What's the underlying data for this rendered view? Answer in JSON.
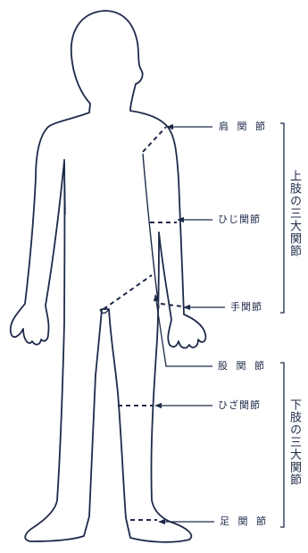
{
  "colors": {
    "line": "#1e2a4a",
    "background": "#ffffff"
  },
  "labels": {
    "shoulder": "肩 関 節",
    "elbow": "ひじ関節",
    "wrist": "手関節",
    "hip": "股 関 節",
    "knee": "ひざ関節",
    "ankle": "足 関 節"
  },
  "groups": {
    "upper": "上肢の三大関節",
    "lower": "下肢の三大関節"
  }
}
